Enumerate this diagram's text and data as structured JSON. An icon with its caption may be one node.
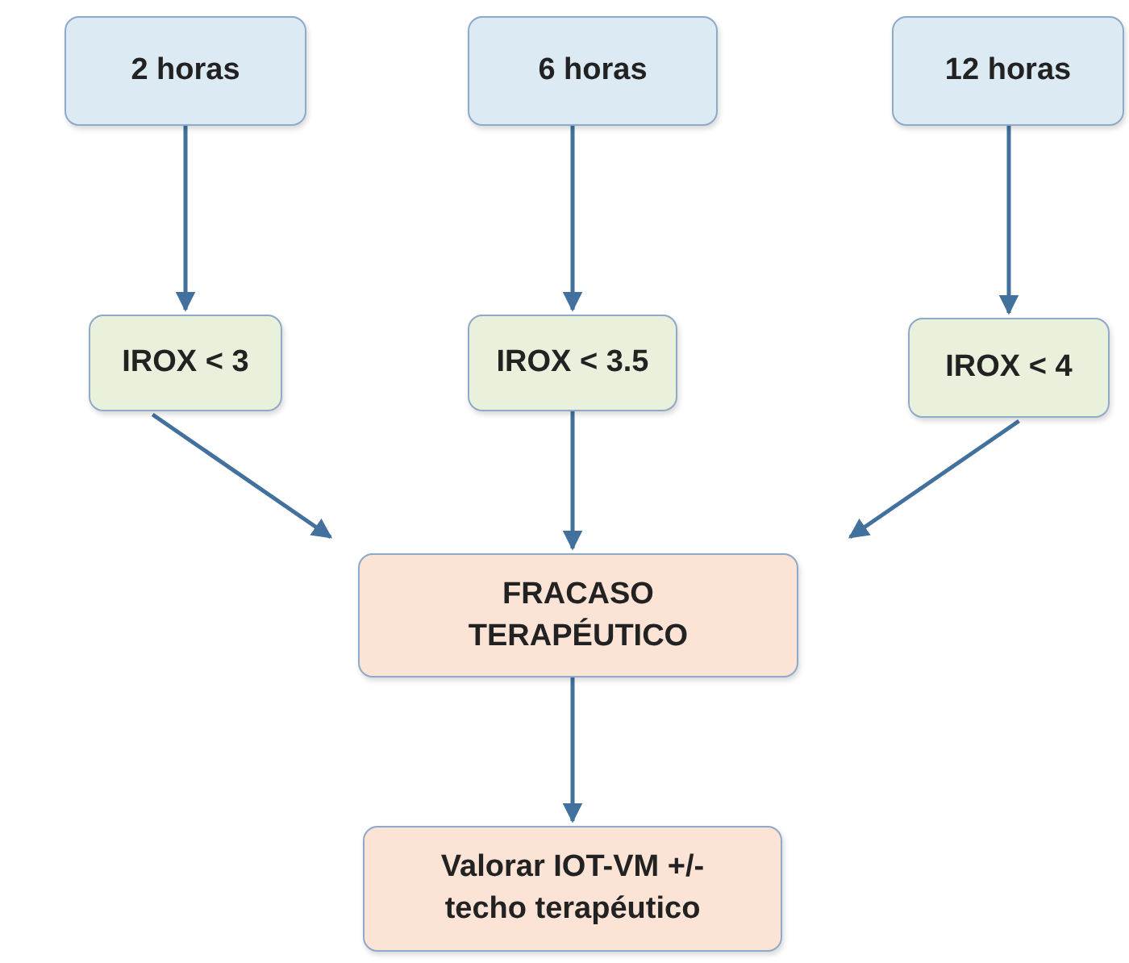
{
  "diagram": {
    "nodes": [
      {
        "text": [
          "2 horas"
        ]
      },
      {
        "text": [
          "6 horas"
        ]
      },
      {
        "text": [
          "12 horas"
        ]
      },
      {
        "text": [
          "IROX < 3"
        ]
      },
      {
        "text": [
          "IROX < 3.5"
        ]
      },
      {
        "text": [
          "IROX < 4"
        ]
      },
      {
        "text": [
          "FRACASO TERAPÉUTICO"
        ]
      },
      {
        "text": [
          "Valorar IOT-VM +/- techo terapéutico"
        ]
      }
    ],
    "edges": [
      {
        "from": 0,
        "to": 3,
        "arrow": "to"
      },
      {
        "from": 1,
        "to": 4,
        "arrow": "to"
      },
      {
        "from": 2,
        "to": 5,
        "arrow": "to"
      },
      {
        "from": 3,
        "to": 6,
        "arrow": "to"
      },
      {
        "from": 4,
        "to": 6,
        "arrow": "to"
      },
      {
        "from": 5,
        "to": 6,
        "arrow": "to"
      },
      {
        "from": 6,
        "to": 7,
        "arrow": "to"
      }
    ]
  }
}
